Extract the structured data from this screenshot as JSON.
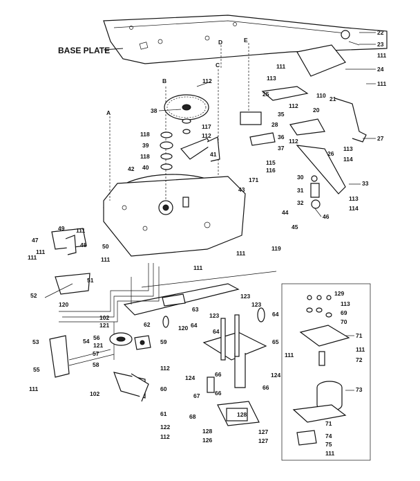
{
  "title": "BASE PLATE",
  "section_letters": [
    "A",
    "B",
    "C",
    "D",
    "E"
  ],
  "part_labels": [
    "22",
    "23",
    "111",
    "24",
    "111",
    "111",
    "113",
    "110",
    "25",
    "112",
    "20",
    "21",
    "35",
    "36",
    "28",
    "27",
    "112",
    "37",
    "26",
    "113",
    "114",
    "115",
    "116",
    "30",
    "33",
    "31",
    "32",
    "113",
    "114",
    "112",
    "38",
    "117",
    "112",
    "118",
    "39",
    "41",
    "118",
    "40",
    "42",
    "171",
    "43",
    "44",
    "45",
    "46",
    "49",
    "111",
    "47",
    "48",
    "111",
    "50",
    "111",
    "111",
    "111",
    "119",
    "111",
    "51",
    "52",
    "120",
    "63",
    "123",
    "123",
    "129",
    "113",
    "69",
    "70",
    "102",
    "121",
    "62",
    "120",
    "64",
    "123",
    "64",
    "64",
    "71",
    "53",
    "54",
    "56",
    "121",
    "59",
    "65",
    "111",
    "111",
    "72",
    "57",
    "58",
    "55",
    "112",
    "124",
    "66",
    "124",
    "111",
    "102",
    "60",
    "67",
    "66",
    "66",
    "73",
    "61",
    "68",
    "122",
    "112",
    "127",
    "71",
    "74",
    "75",
    "128",
    "126",
    "127",
    "128",
    "111"
  ]
}
